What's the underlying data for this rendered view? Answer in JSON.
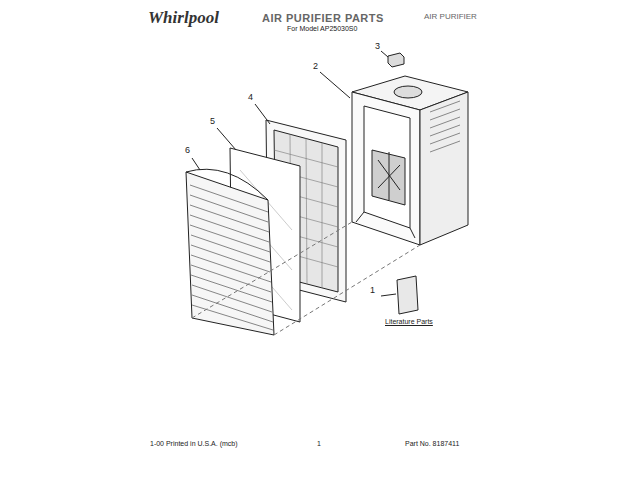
{
  "diagram": {
    "title": "AIR PURIFIER PARTS",
    "labels": [
      "Whirlpool",
      "For Model AP25030S0",
      "AIR PURIFIER",
      "1",
      "2",
      "3",
      "4",
      "5",
      "6",
      "Literature Parts",
      "1-00 Printed in U.S.A. (mcb)",
      "1",
      "Part No. 8187411"
    ]
  }
}
